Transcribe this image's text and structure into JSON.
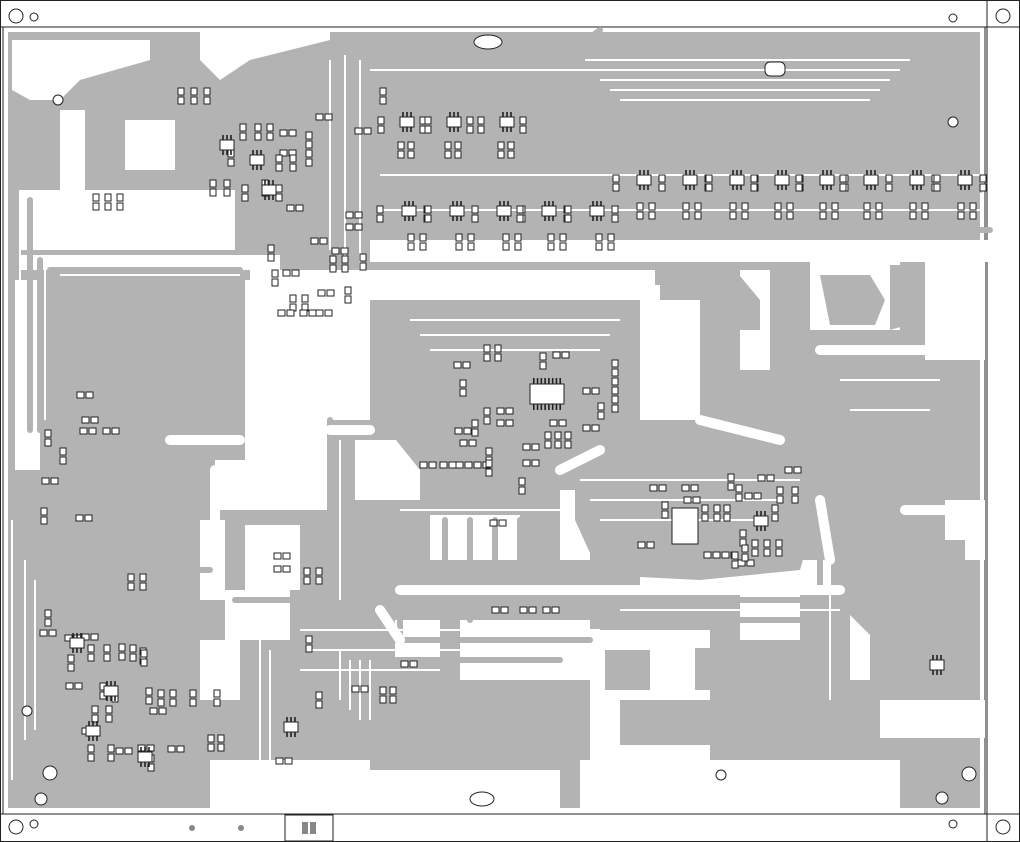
{
  "board": {
    "copper_color": "#b3b3b3",
    "background_color": "#ffffff",
    "line_color": "#222222"
  },
  "mounting_holes": [
    {
      "name": "hole-top-left"
    },
    {
      "name": "hole-top-right"
    },
    {
      "name": "hole-bottom-left"
    },
    {
      "name": "hole-bottom-right"
    },
    {
      "name": "hole-left-mid"
    },
    {
      "name": "hole-right-upper"
    },
    {
      "name": "hole-bottom-left-inner"
    },
    {
      "name": "hole-bottom-right-inner"
    }
  ],
  "connector": {
    "name": "bottom-connector"
  }
}
